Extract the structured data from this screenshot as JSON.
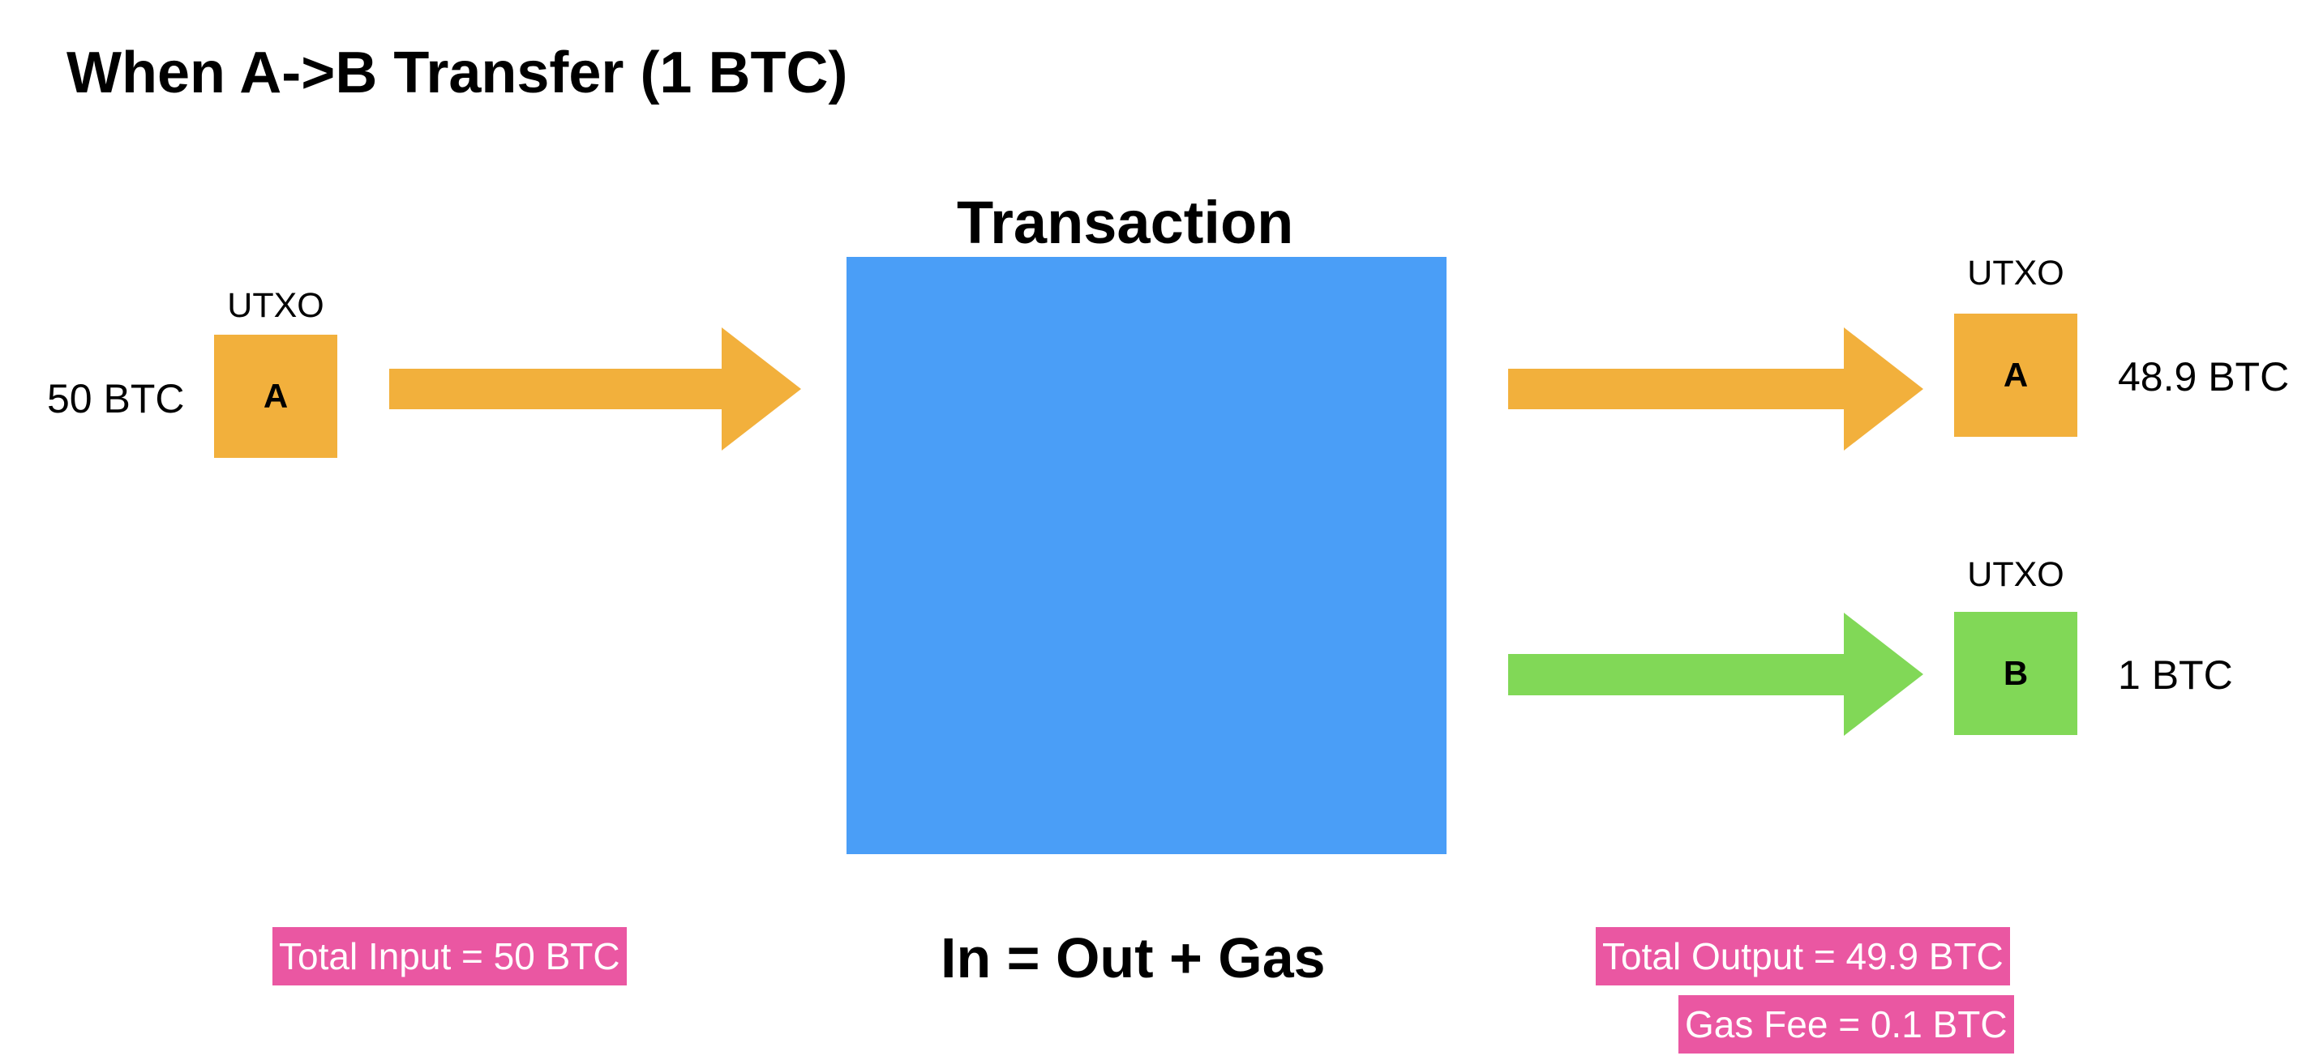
{
  "title": "When A->B Transfer (1 BTC)",
  "transaction": {
    "label": "Transaction",
    "color": "#4a9ef7"
  },
  "input": {
    "utxo_label": "UTXO",
    "box_letter": "A",
    "amount": "50 BTC",
    "color": "#f2b03c"
  },
  "outputs": [
    {
      "utxo_label": "UTXO",
      "box_letter": "A",
      "amount": "48.9 BTC",
      "color": "#f2b03c"
    },
    {
      "utxo_label": "UTXO",
      "box_letter": "B",
      "amount": "1 BTC",
      "color": "#81d857"
    }
  ],
  "equation": "In = Out + Gas",
  "totals": {
    "input": "Total Input = 50 BTC",
    "output": "Total Output = 49.9 BTC",
    "gas_fee": "Gas Fee = 0.1 BTC",
    "highlight_color": "#ea57a2"
  }
}
